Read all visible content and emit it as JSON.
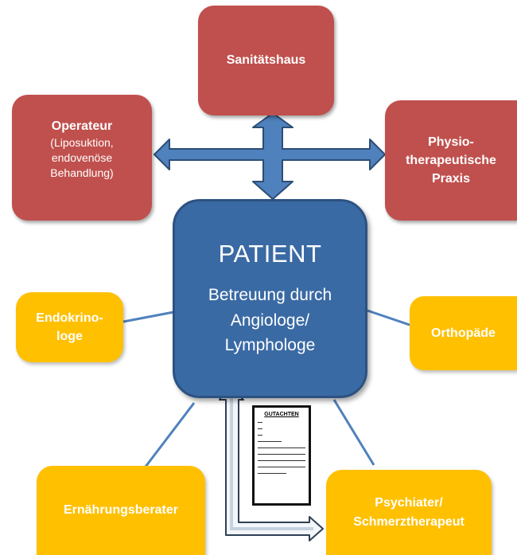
{
  "patient": {
    "title": "PATIENT",
    "subtitle_lines": [
      "Betreuung durch",
      "Angiologe/",
      "Lymphologe"
    ]
  },
  "nodes": {
    "sanitaetshaus": {
      "label": "Sanitätshaus",
      "color": "#c0504d"
    },
    "operateur": {
      "label": "Operateur",
      "detail_lines": [
        "(Liposuktion,",
        "endovenöse",
        "Behandlung)"
      ],
      "color": "#c0504d"
    },
    "physio": {
      "label_lines": [
        "Physio-",
        "therapeutische",
        "Praxis"
      ],
      "color": "#c0504d"
    },
    "endokrinologe": {
      "label_lines": [
        "Endokrino-",
        "loge"
      ],
      "color": "#ffc000"
    },
    "orthopaede": {
      "label": "Orthopäde",
      "color": "#ffc000"
    },
    "ernaehrungsberater": {
      "label": "Ernährungsberater",
      "color": "#ffc000"
    },
    "psychiater": {
      "label_lines": [
        "Psychiater/",
        "Schmerztherapeut"
      ],
      "color": "#ffc000"
    }
  },
  "document": {
    "title": "GUTACHTEN"
  },
  "colors": {
    "patient_fill": "#3a6aa4",
    "arrow_fill": "#4f81bd",
    "arrow_stroke": "#2c4d75",
    "connector": "#4f81bd",
    "gutachten_arrow": "#dbe3ee"
  }
}
